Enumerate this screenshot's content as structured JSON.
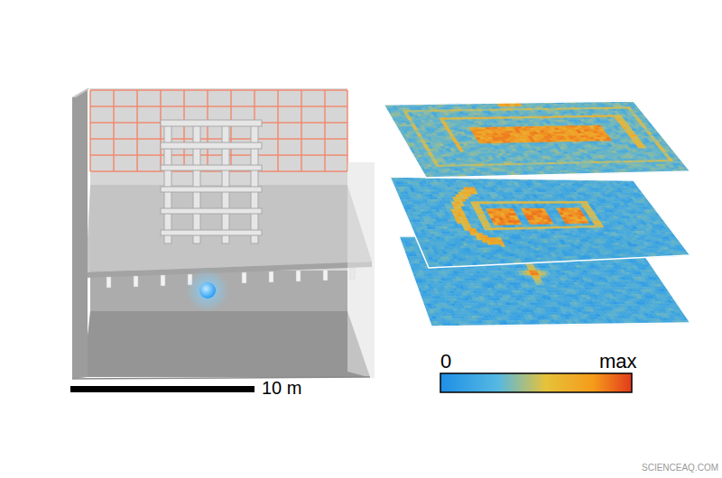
{
  "diagram": {
    "labels": [
      "10 m",
      "0",
      "max",
      "SCIENCEAQ.COM"
    ]
  }
}
